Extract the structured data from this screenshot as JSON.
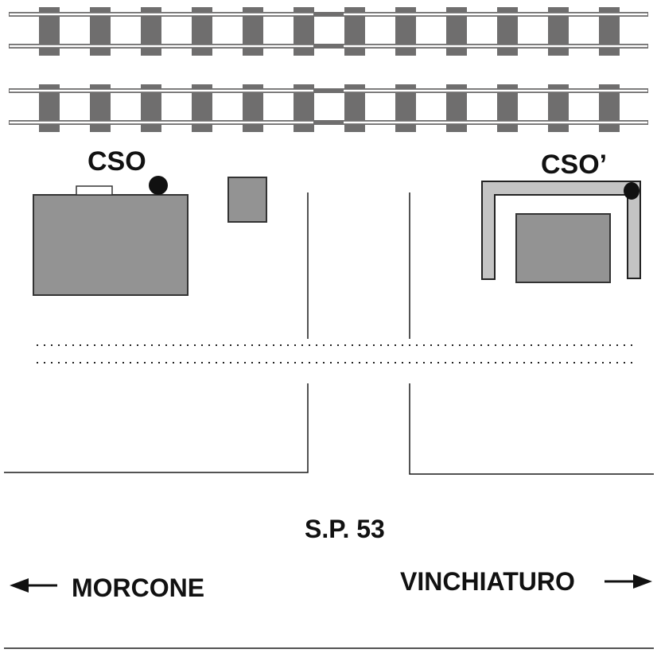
{
  "labels": {
    "cso": "CSO",
    "cso_prime": "CSO’",
    "road": "S.P. 53",
    "left_destination": "MORCONE",
    "right_destination": "VINCHIATURO"
  },
  "icons": {
    "left_arrow": "arrow-left-icon",
    "right_arrow": "arrow-right-icon"
  },
  "colors": {
    "building": "#939393",
    "sleeper": "#6f6e6e",
    "shelter": "#c4c4c4",
    "line": "#1a1a1a"
  }
}
